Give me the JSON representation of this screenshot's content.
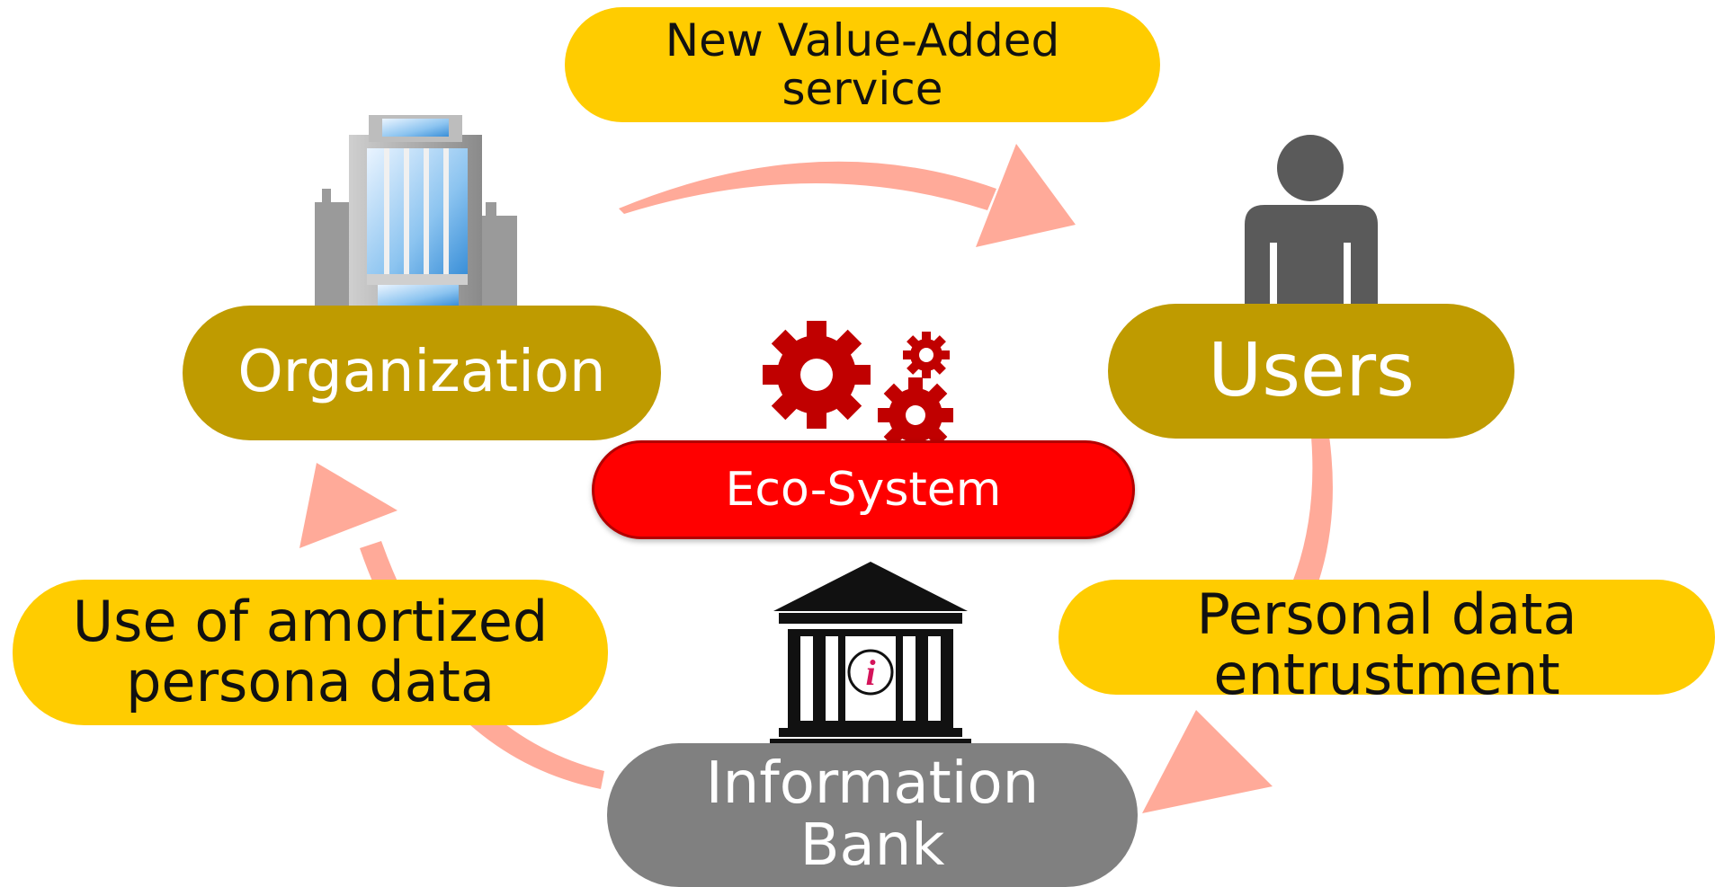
{
  "diagram": {
    "nodes": {
      "organization": {
        "label": "Organization"
      },
      "users": {
        "label": "Users"
      },
      "information_bank": {
        "line1": "Information",
        "line2": "Bank"
      },
      "eco_system": {
        "label": "Eco-System"
      }
    },
    "flows": {
      "value_added": {
        "line1": "New Value-Added",
        "line2": "service"
      },
      "personal_data": {
        "line1": "Personal data",
        "line2": "entrustment"
      },
      "amortized": {
        "line1": "Use of amortized",
        "line2": "persona data"
      }
    },
    "icons": {
      "organization": "office-building-icon",
      "users": "person-icon",
      "information_bank": "bank-info-icon",
      "eco_system": "gears-icon"
    },
    "colors": {
      "arrow": "#ffaa99",
      "flow_pill": "#ffcc00",
      "node_pill": "#bf9b00",
      "bank_pill": "#808080",
      "eco_pill": "#ff0000",
      "gear": "#c00000"
    }
  }
}
